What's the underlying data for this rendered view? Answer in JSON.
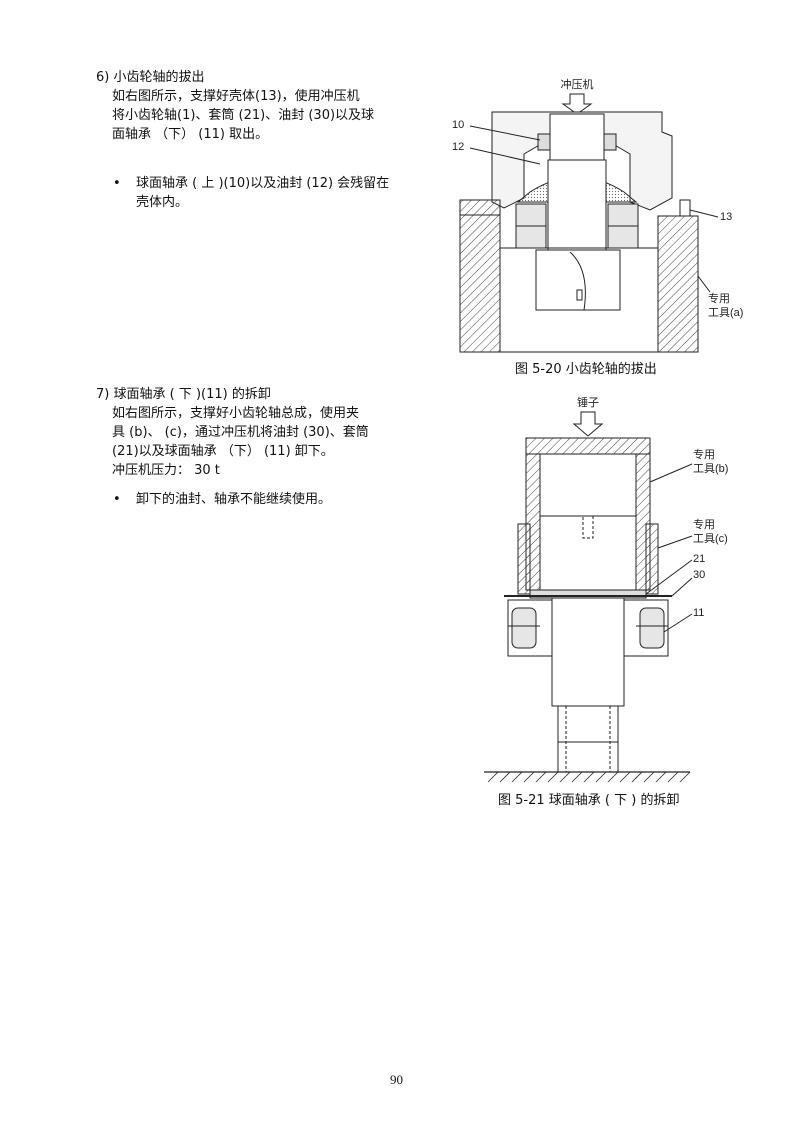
{
  "section6": {
    "heading": "6) 小齿轮轴的拔出",
    "lines": [
      "如右图所示，支撑好壳体(13)，使用冲压机",
      "将小齿轮轴(1)、套筒 (21)、油封 (30)以及球",
      "面轴承 （下） (11) 取出。"
    ],
    "bullet": [
      "球面轴承 ( 上 )(10)以及油封 (12) 会残留在",
      "壳体内。"
    ]
  },
  "section7": {
    "heading": "7) 球面轴承 ( 下 )(11) 的拆卸",
    "lines": [
      "如右图所示，支撑好小齿轮轴总成，使用夹",
      "具 (b)、 (c)，通过冲压机将油封 (30)、套筒",
      "(21)以及球面轴承 （下） (11) 卸下。",
      "冲压机压力： 30 t"
    ],
    "bullet": [
      "卸下的油封、轴承不能继续使用。"
    ]
  },
  "figure1": {
    "caption": "图 5-20 小齿轮轴的拔出",
    "press_label": "冲压机",
    "callout_10": "10",
    "callout_12": "12",
    "callout_13": "13",
    "tool_a": [
      "专用",
      "工具(a)"
    ]
  },
  "figure2": {
    "caption": "图 5-21 球面轴承 ( 下 ) 的拆卸",
    "hammer_label": "锤子",
    "tool_b": [
      "专用",
      "工具(b)"
    ],
    "tool_c": [
      "专用",
      "工具(c)"
    ],
    "callout_21": "21",
    "callout_30": "30",
    "callout_11": "11"
  },
  "page_number": "90"
}
